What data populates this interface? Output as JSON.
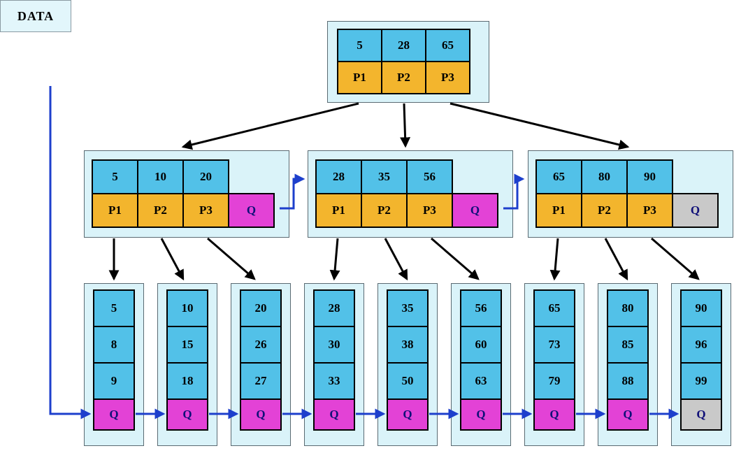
{
  "diagram": {
    "type": "b-plus-tree-index",
    "data_label": "DATA",
    "root": {
      "keys": [
        "5",
        "28",
        "65"
      ],
      "pointers": [
        "P1",
        "P2",
        "P3"
      ]
    },
    "internal_nodes": [
      {
        "keys": [
          "5",
          "10",
          "20"
        ],
        "pointers": [
          "P1",
          "P2",
          "P3"
        ],
        "q": "Q",
        "q_style": "magenta"
      },
      {
        "keys": [
          "28",
          "35",
          "56"
        ],
        "pointers": [
          "P1",
          "P2",
          "P3"
        ],
        "q": "Q",
        "q_style": "magenta"
      },
      {
        "keys": [
          "65",
          "80",
          "90"
        ],
        "pointers": [
          "P1",
          "P2",
          "P3"
        ],
        "q": "Q",
        "q_style": "gray"
      }
    ],
    "leaf_blocks": [
      {
        "values": [
          "5",
          "8",
          "9"
        ],
        "q": "Q",
        "q_style": "magenta"
      },
      {
        "values": [
          "10",
          "15",
          "18"
        ],
        "q": "Q",
        "q_style": "magenta"
      },
      {
        "values": [
          "20",
          "26",
          "27"
        ],
        "q": "Q",
        "q_style": "magenta"
      },
      {
        "values": [
          "28",
          "30",
          "33"
        ],
        "q": "Q",
        "q_style": "magenta"
      },
      {
        "values": [
          "35",
          "38",
          "50"
        ],
        "q": "Q",
        "q_style": "magenta"
      },
      {
        "values": [
          "56",
          "60",
          "63"
        ],
        "q": "Q",
        "q_style": "magenta"
      },
      {
        "values": [
          "65",
          "73",
          "79"
        ],
        "q": "Q",
        "q_style": "magenta"
      },
      {
        "values": [
          "80",
          "85",
          "88"
        ],
        "q": "Q",
        "q_style": "magenta"
      },
      {
        "values": [
          "90",
          "96",
          "99"
        ],
        "q": "Q",
        "q_style": "gray"
      }
    ],
    "colors": {
      "key_cell": "#52c1e8",
      "pointer_cell": "#f3b52d",
      "q_magenta": "#e342d6",
      "q_gray": "#c9c9c9",
      "container_bg": "#daf3f9",
      "arrow_black": "#000000",
      "arrow_blue": "#1d3fcc"
    }
  }
}
